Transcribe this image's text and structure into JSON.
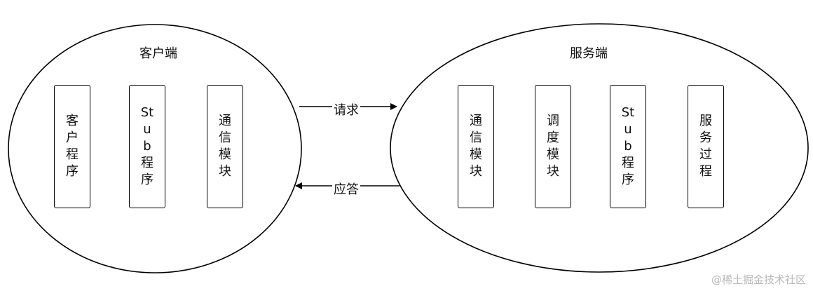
{
  "client": {
    "title": "客户端",
    "modules": [
      "客户程序",
      "Stub程序",
      "通信模块"
    ]
  },
  "server": {
    "title": "服务端",
    "modules": [
      "通信模块",
      "调度模块",
      "Stub程序",
      "服务过程"
    ]
  },
  "arrows": {
    "request": "请求",
    "response": "应答"
  },
  "watermark": "@稀土掘金技术社区"
}
